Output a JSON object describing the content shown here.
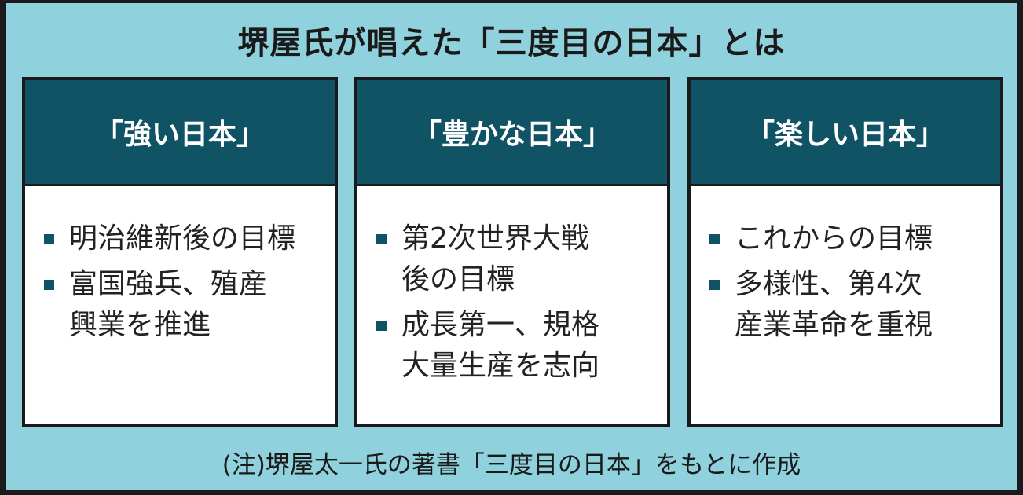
{
  "title": "堺屋氏が唱えた「三度目の日本」とは",
  "cards": [
    {
      "heading": "「強い日本」",
      "items": [
        "明治維新後の目標",
        "富国強兵、殖産\n興業を推進"
      ]
    },
    {
      "heading": "「豊かな日本」",
      "items": [
        "第2次世界大戦\n後の目標",
        "成長第一、規格\n大量生産を志向"
      ]
    },
    {
      "heading": "「楽しい日本」",
      "items": [
        "これからの目標",
        "多様性、第4次\n産業革命を重視"
      ]
    }
  ],
  "footnote": "(注)堺屋太一氏の著書「三度目の日本」をもとに作成",
  "colors": {
    "background": "#8fd1dc",
    "header": "#0f5364",
    "bullet": "#0f5364",
    "border": "#1a1a1a"
  },
  "icons": {
    "bullet": "square-bullet-icon"
  }
}
